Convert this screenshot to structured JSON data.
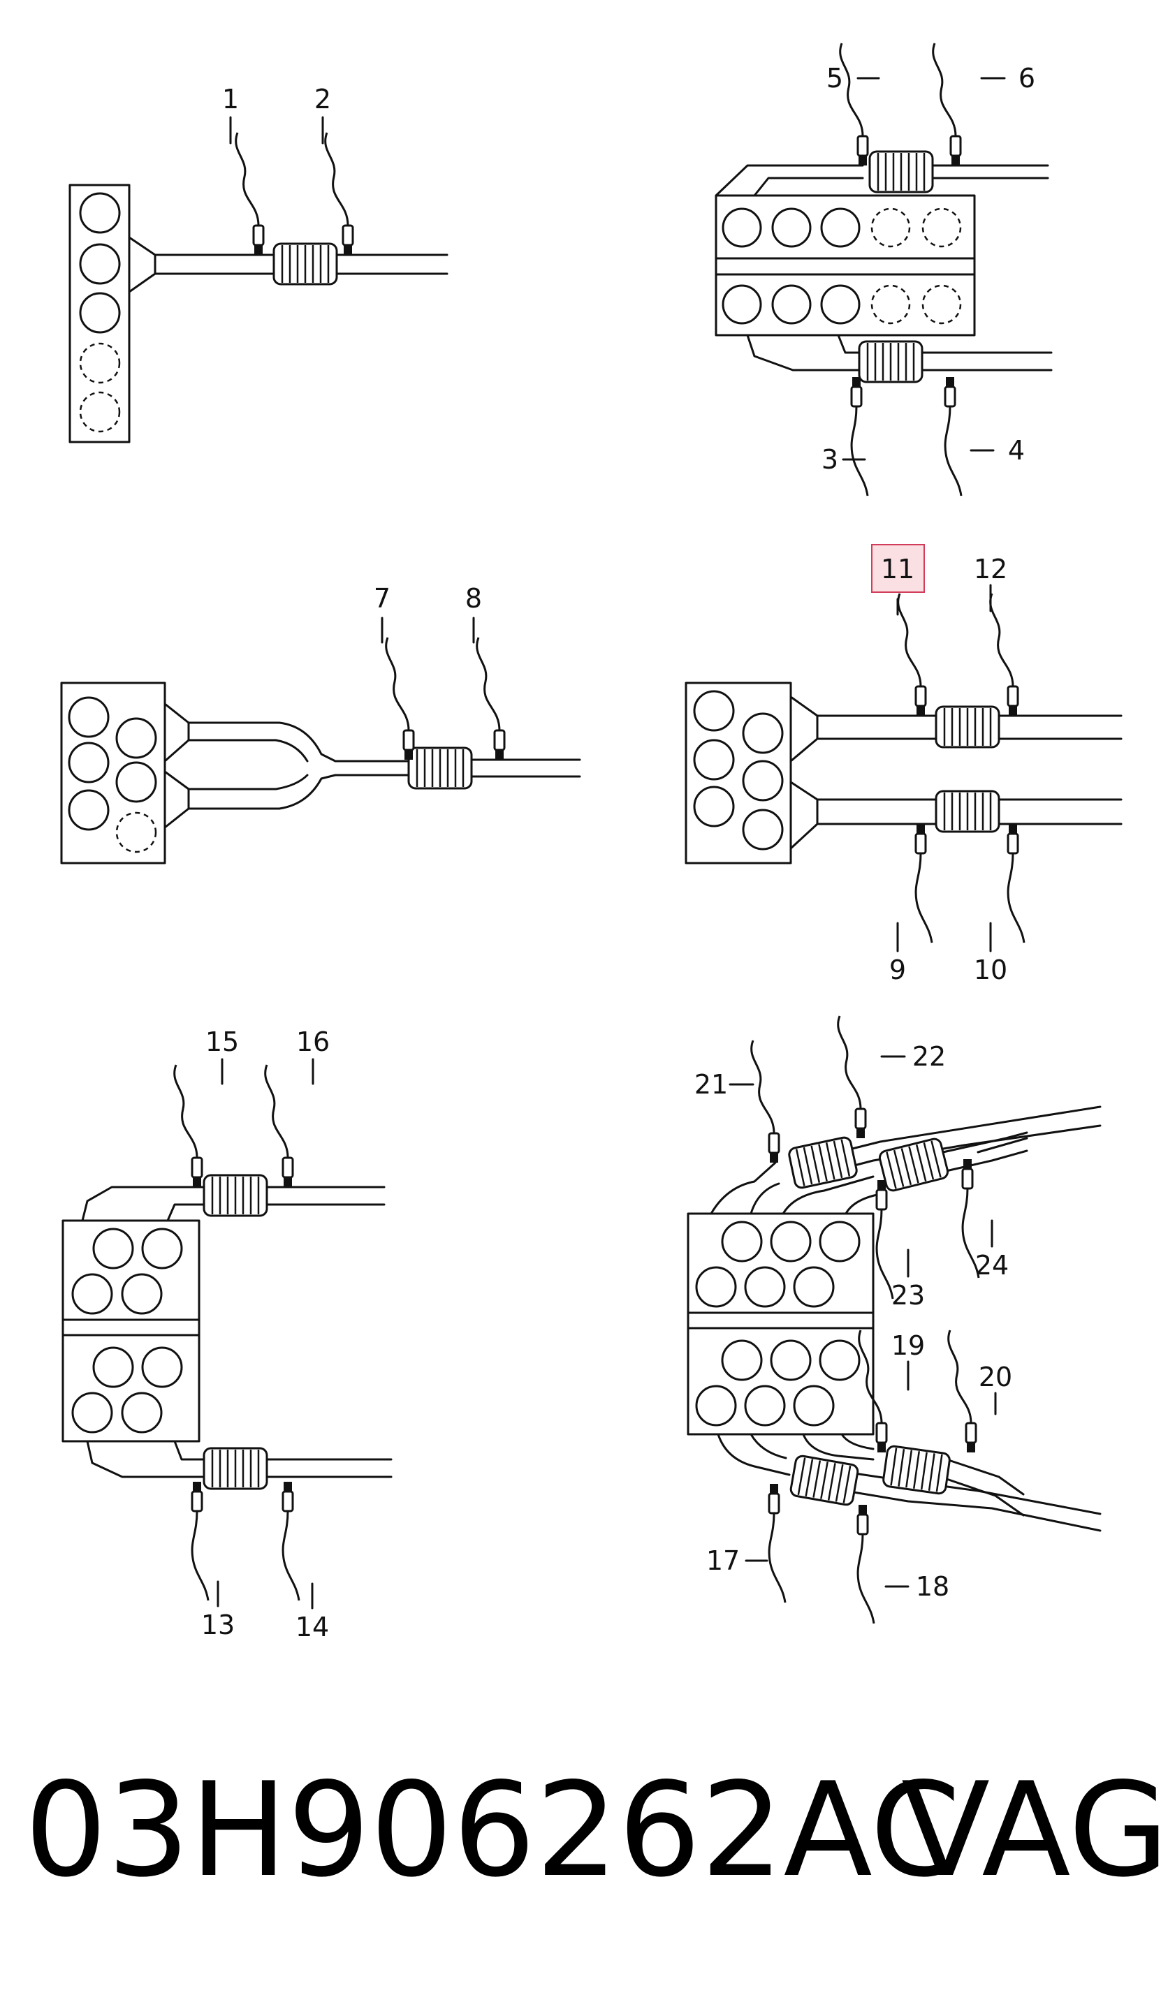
{
  "labels": {
    "1": "1",
    "2": "2",
    "3": "3",
    "4": "4",
    "5": "5",
    "6": "6",
    "7": "7",
    "8": "8",
    "9": "9",
    "10": "10",
    "11": "11",
    "12": "12",
    "13": "13",
    "14": "14",
    "15": "15",
    "16": "16",
    "17": "17",
    "18": "18",
    "19": "19",
    "20": "20",
    "21": "21",
    "22": "22",
    "23": "23",
    "24": "24"
  },
  "highlighted_label": "11",
  "footer": {
    "part_number": "03H906262AC",
    "brand": "VAG"
  }
}
